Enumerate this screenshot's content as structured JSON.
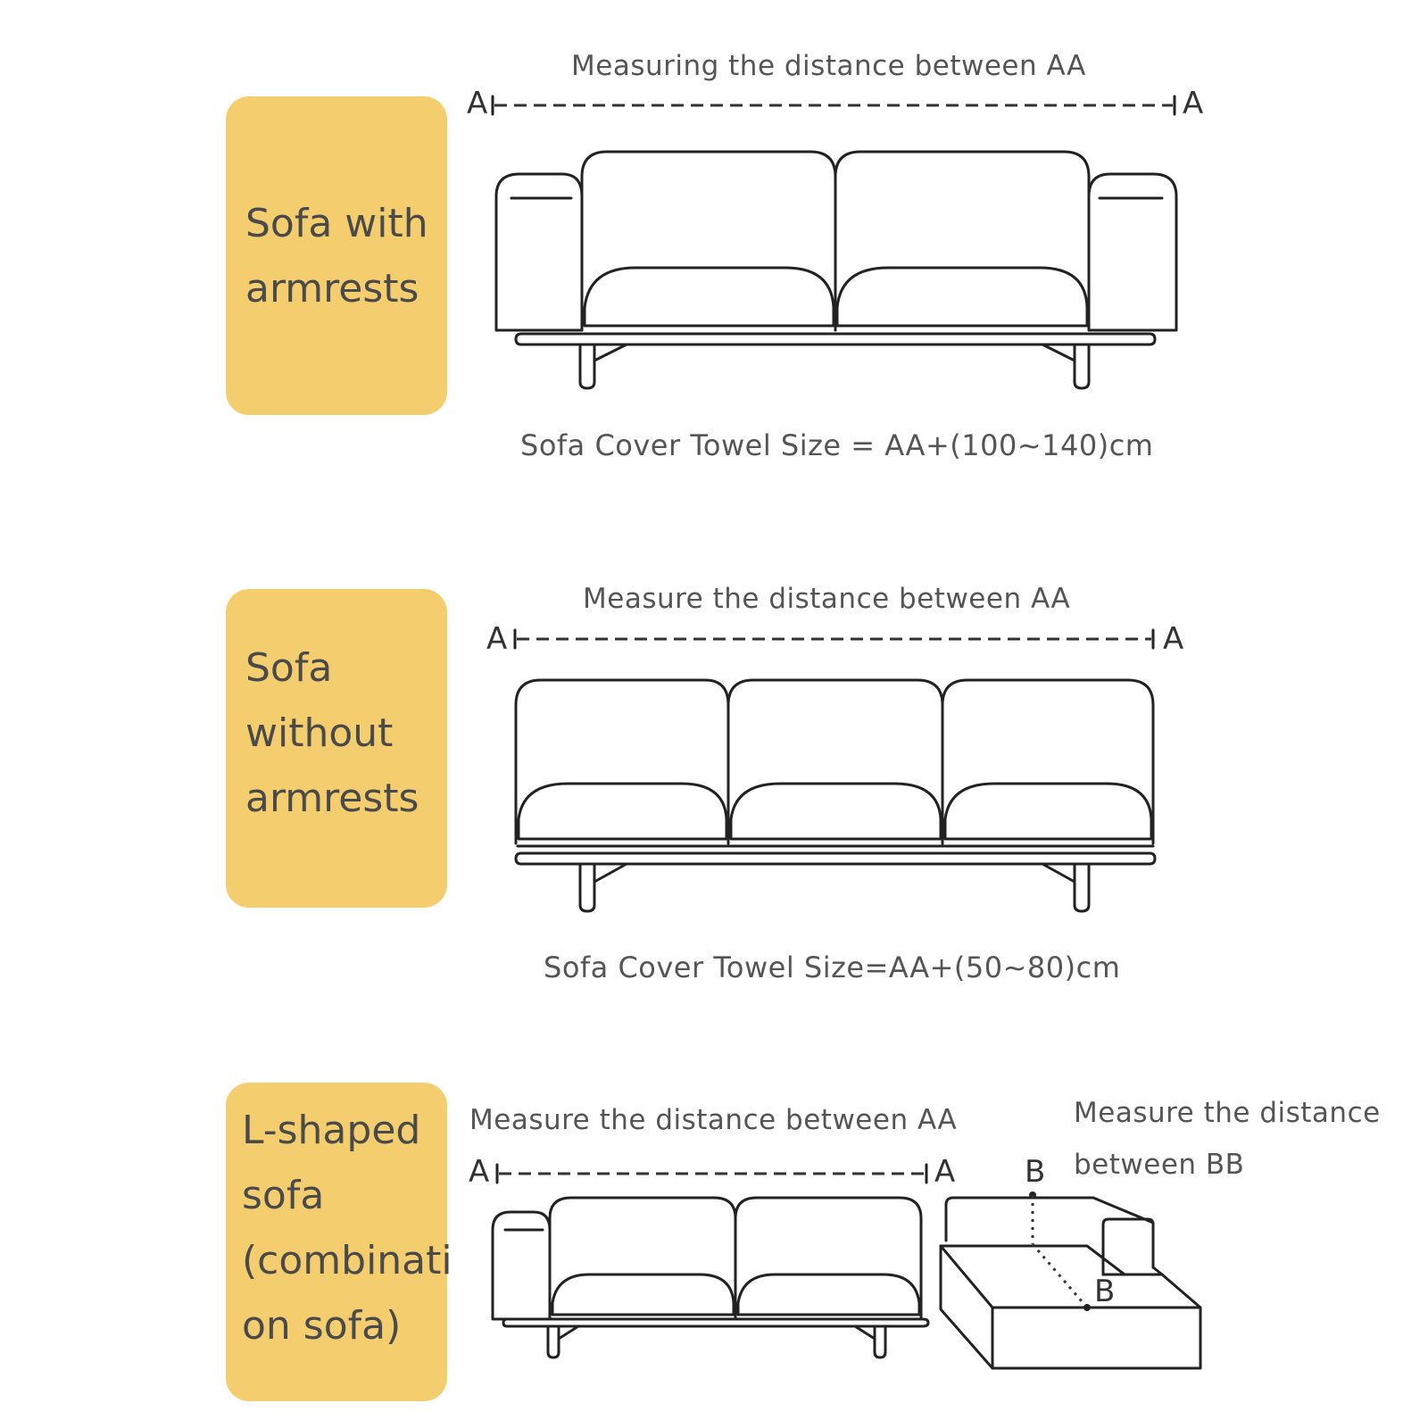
{
  "sections": [
    {
      "label_lines": [
        "Sofa with",
        "armrests"
      ],
      "caption": "Measuring the distance between AA",
      "formula": "Sofa Cover Towel Size = AA+(100~140)cm",
      "marker": "A"
    },
    {
      "label_lines": [
        "Sofa",
        "without",
        "armrests"
      ],
      "caption": "Measure the distance between AA",
      "formula": "Sofa Cover Towel Size=AA+(50~80)cm",
      "marker": "A"
    },
    {
      "label_lines": [
        "L-shaped",
        "sofa",
        "(combinati",
        "on sofa)"
      ],
      "caption": "Measure the distance between AA",
      "caption_b_lines": [
        "Measure the distance",
        "between BB"
      ],
      "marker": "A",
      "marker_b": "B"
    }
  ],
  "colors": {
    "label_box": "#f4cd6e",
    "text": "#4a4a4a",
    "line": "#222222"
  }
}
